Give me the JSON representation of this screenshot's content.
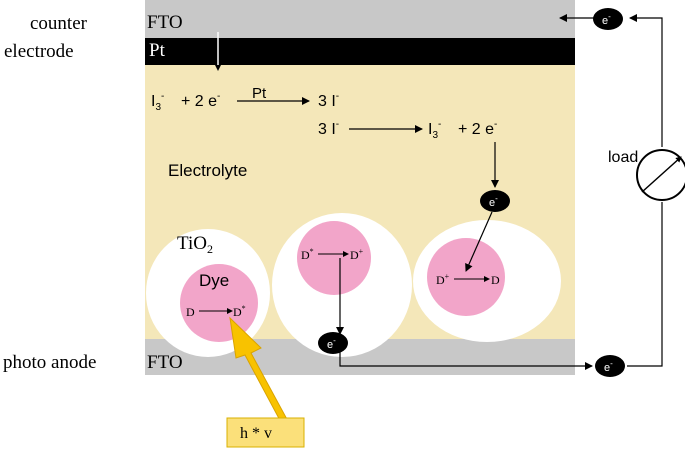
{
  "labels": {
    "counter_electrode_line1": "counter",
    "counter_electrode_line2": "electrode",
    "photo_anode": "photo anode",
    "fto_top": "FTO",
    "pt": "Pt",
    "fto_bottom": "FTO",
    "electrolyte": "Electrolyte",
    "tio2_base": "TiO",
    "tio2_sub": "2",
    "dye": "Dye",
    "load": "load",
    "light": "h * v"
  },
  "reactions": {
    "reduction": {
      "i_base": "I",
      "i_sub": "3",
      "i_sup": "-",
      "electrons": "+ 2 e",
      "electrons_sup": "-",
      "catalyst": "Pt",
      "product": "3 I",
      "product_sup": "-"
    },
    "oxidation": {
      "reactant": "3 I",
      "reactant_sup": "-",
      "i_base": "I",
      "i_sub": "3",
      "i_sup": "-",
      "electrons": "+ 2 e",
      "electrons_sup": "-"
    }
  },
  "particles": {
    "left": {
      "from": "D",
      "to": "D",
      "to_sup": "*"
    },
    "middle": {
      "from": "D",
      "from_sup": "*",
      "to": "D",
      "to_sup": "+"
    },
    "right": {
      "from": "D",
      "from_sup": "+",
      "to": "D"
    }
  },
  "electron": {
    "base": "e",
    "sup": "-"
  },
  "colors": {
    "fto": "#c8c8c8",
    "pt": "#000000",
    "electrolyte": "#f4e7b9",
    "particle": "#ffffff",
    "dye": "#f2a5c9",
    "light_arrow": "#f8c200",
    "light_box": "#fbe07a",
    "electron": "#000000"
  }
}
